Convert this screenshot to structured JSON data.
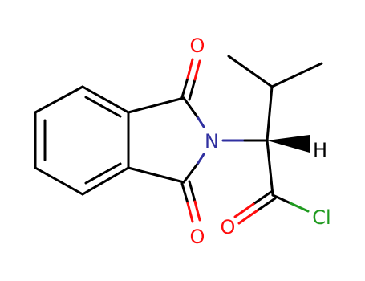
{
  "molecule": {
    "atoms": {
      "oxygen_top": {
        "symbol": "O",
        "color": "#ff0d0d"
      },
      "oxygen_bottom": {
        "symbol": "O",
        "color": "#ff0d0d"
      },
      "oxygen_acyl": {
        "symbol": "O",
        "color": "#ff0d0d"
      },
      "nitrogen": {
        "symbol": "N",
        "color": "#3030a0"
      },
      "chlorine": {
        "symbol": "Cl",
        "color": "#1f9a1f"
      },
      "hydrogen": {
        "symbol": "H",
        "color": "#000000"
      }
    },
    "bond_color": "#000000"
  }
}
